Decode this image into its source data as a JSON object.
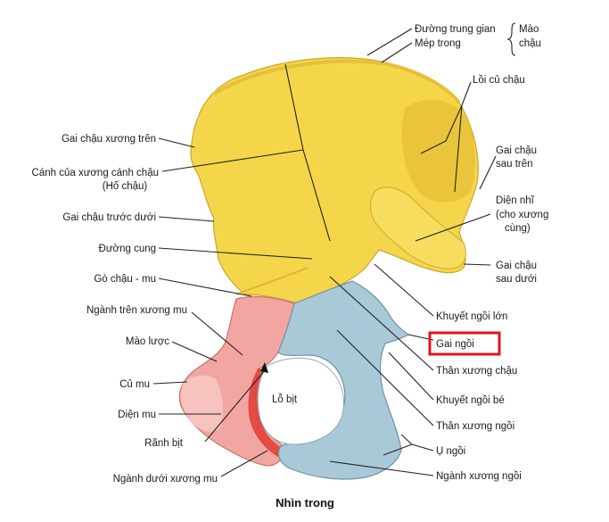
{
  "caption": "Nhìn trong",
  "highlight_color": "#e0141e",
  "colors": {
    "ilium": "#f5d64a",
    "pubis": "#f2a6a2",
    "ischium": "#a9c9d8",
    "obturator_foramen": "#ffffff"
  },
  "labels": {
    "iliac_crest_group": "Mào",
    "iliac_crest_group_2": "chậu",
    "intermediate_line": "Đường trung gian",
    "inner_lip": "Mép trong",
    "iliac_tuberosity": "Lồi củ chậu",
    "psis_1": "Gai chậu",
    "psis_2": "sau trên",
    "auricular_1": "Diện nhĩ",
    "auricular_2": "(cho xương",
    "auricular_3": "cùng)",
    "piis_1": "Gai chậu",
    "piis_2": "sau dưới",
    "greater_notch": "Khuyết ngồi lớn",
    "ischial_spine": "Gai ngồi",
    "ilium_body": "Thân xương chậu",
    "lesser_notch": "Khuyết ngồi bé",
    "ischium_body": "Thân xương ngồi",
    "ischial_tuberosity": "Ụ ngồi",
    "ischial_ramus": "Ngành xương ngồi",
    "asis": "Gai chậu xương trên",
    "iliac_wing_1": "Cánh của xương cánh chậu",
    "iliac_wing_2": "(Hố chậu)",
    "aiis": "Gai chậu trước dưới",
    "arcuate_line": "Đường cung",
    "iliopubic_eminence": "Gò chậu - mu",
    "superior_pubic_ramus": "Ngành trên xương mu",
    "pecten": "Mào lược",
    "pubic_tubercle": "Củ mu",
    "symphyseal_surface": "Diện mu",
    "obturator_groove": "Rãnh bịt",
    "inferior_pubic_ramus": "Ngành dưới xương mu",
    "obturator_foramen": "Lỗ bịt"
  }
}
